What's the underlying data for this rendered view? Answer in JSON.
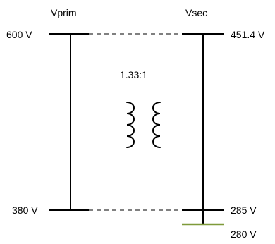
{
  "diagram": {
    "primary": {
      "title": "Vprim",
      "top_voltage": "600 V",
      "bottom_voltage": "380 V"
    },
    "secondary": {
      "title": "Vsec",
      "top_voltage": "451.4 V",
      "bottom_voltage": "285 V",
      "tap_voltage": "280 V"
    },
    "turns_ratio": "1.33:1",
    "colors": {
      "line": "#000000",
      "tap": "#7f9a3a"
    },
    "icons": [
      "transformer-icon"
    ]
  }
}
